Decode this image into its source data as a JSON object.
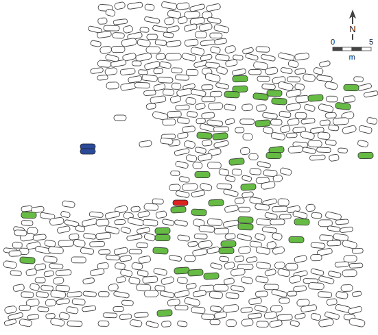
{
  "diagram": {
    "labels": [
      "N",
      "0",
      "5",
      "m"
    ]
  }
}
